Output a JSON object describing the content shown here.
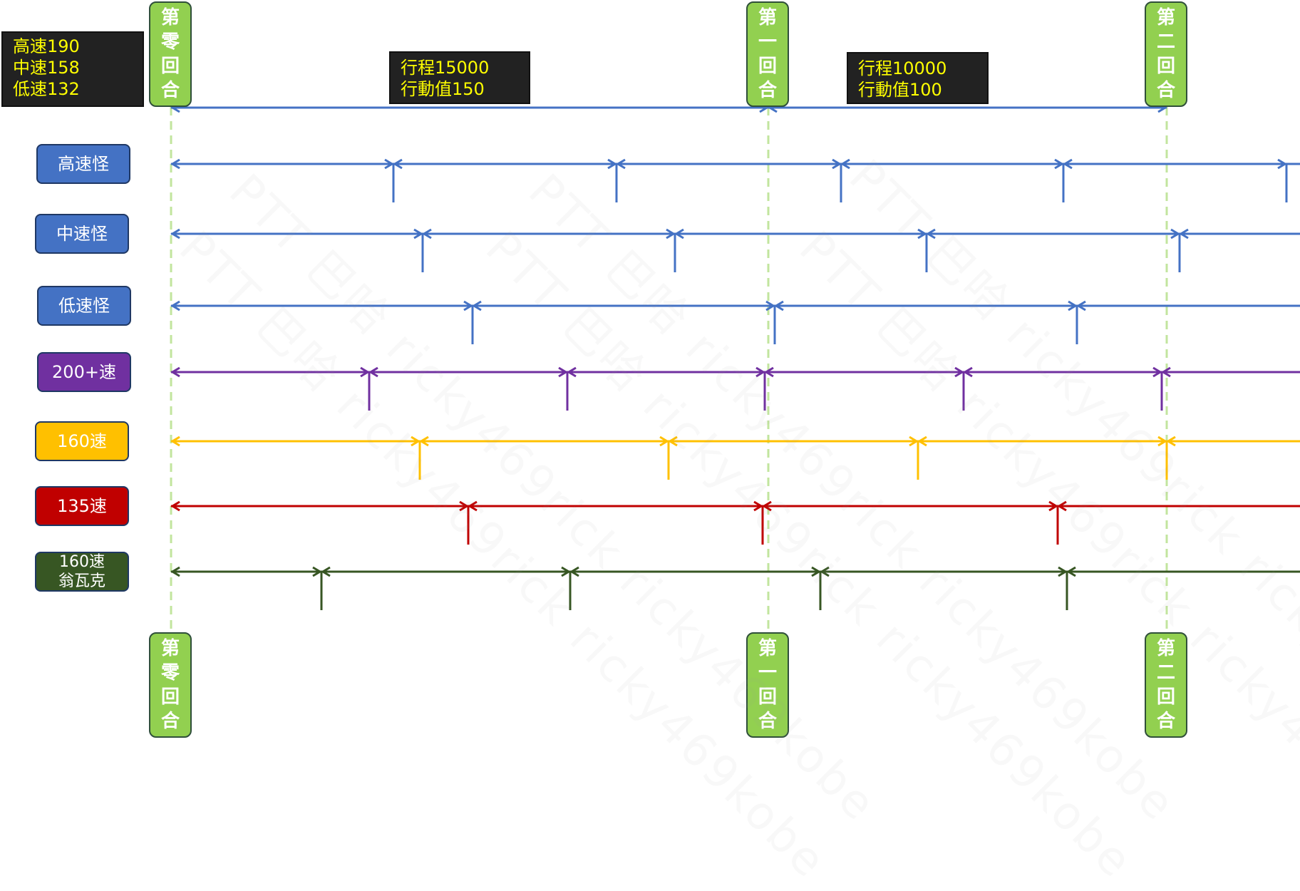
{
  "speed_box": {
    "lines": [
      "高速190",
      "中速158",
      "低速132"
    ]
  },
  "segment_notes": [
    {
      "lines": [
        "行程15000",
        "行動值150"
      ]
    },
    {
      "lines": [
        "行程10000",
        "行動值100"
      ]
    }
  ],
  "round_markers": [
    {
      "chars": [
        "第",
        "零",
        "回",
        "合"
      ]
    },
    {
      "chars": [
        "第",
        "一",
        "回",
        "合"
      ]
    },
    {
      "chars": [
        "第",
        "二",
        "回",
        "合"
      ]
    }
  ],
  "rows": [
    {
      "label": [
        "高速怪"
      ],
      "color": "#4472c4",
      "ticks": [
        552,
        865,
        1180,
        1492,
        1805
      ]
    },
    {
      "label": [
        "中速怪"
      ],
      "color": "#4472c4",
      "ticks": [
        593,
        947,
        1300,
        1655
      ]
    },
    {
      "label": [
        "低速怪"
      ],
      "color": "#4472c4",
      "ticks": [
        663,
        1087,
        1511
      ]
    },
    {
      "label": [
        "200+速"
      ],
      "color": "#7030a0",
      "ticks": [
        518,
        796,
        1073,
        1352,
        1630
      ]
    },
    {
      "label": [
        "160速"
      ],
      "color": "#ffc000",
      "ticks": [
        589,
        938,
        1288,
        1637
      ]
    },
    {
      "label": [
        "135速"
      ],
      "color": "#c00000",
      "ticks": [
        657,
        1070,
        1484
      ]
    },
    {
      "label": [
        "160速",
        "翁瓦克"
      ],
      "color": "#375623",
      "ticks": [
        451,
        800,
        1151,
        1497
      ]
    }
  ],
  "watermark": {
    "text": "PTT 巴哈 ricky469rick ricky469kobe"
  },
  "colors": {
    "round_green": "#92d050",
    "timeline_blue": "#4472c4"
  }
}
